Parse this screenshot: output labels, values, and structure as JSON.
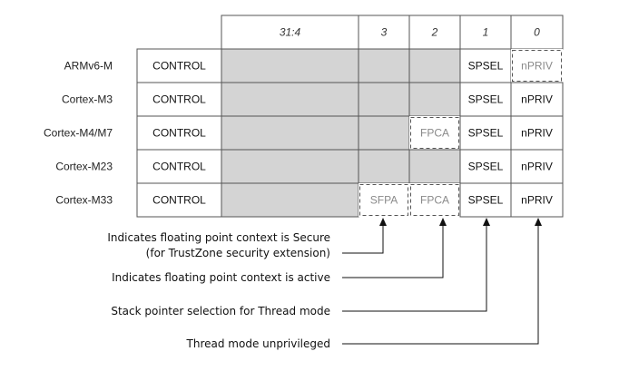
{
  "header": {
    "bits": [
      "31:4",
      "3",
      "2",
      "1",
      "0"
    ]
  },
  "rows": [
    {
      "label": "ARMv6-M",
      "register": "CONTROL",
      "cells": [
        {
          "text": "",
          "state": "reserved"
        },
        {
          "text": "",
          "state": "reserved"
        },
        {
          "text": "",
          "state": "reserved"
        },
        {
          "text": "SPSEL",
          "state": "field"
        },
        {
          "text": "nPRIV",
          "state": "optional"
        }
      ]
    },
    {
      "label": "Cortex-M3",
      "register": "CONTROL",
      "cells": [
        {
          "text": "",
          "state": "reserved"
        },
        {
          "text": "",
          "state": "reserved"
        },
        {
          "text": "",
          "state": "reserved"
        },
        {
          "text": "SPSEL",
          "state": "field"
        },
        {
          "text": "nPRIV",
          "state": "field"
        }
      ]
    },
    {
      "label": "Cortex-M4/M7",
      "register": "CONTROL",
      "cells": [
        {
          "text": "",
          "state": "reserved"
        },
        {
          "text": "",
          "state": "reserved"
        },
        {
          "text": "FPCA",
          "state": "optional"
        },
        {
          "text": "SPSEL",
          "state": "field"
        },
        {
          "text": "nPRIV",
          "state": "field"
        }
      ]
    },
    {
      "label": "Cortex-M23",
      "register": "CONTROL",
      "cells": [
        {
          "text": "",
          "state": "reserved"
        },
        {
          "text": "",
          "state": "reserved"
        },
        {
          "text": "",
          "state": "reserved"
        },
        {
          "text": "SPSEL",
          "state": "field"
        },
        {
          "text": "nPRIV",
          "state": "field"
        }
      ]
    },
    {
      "label": "Cortex-M33",
      "register": "CONTROL",
      "cells": [
        {
          "text": "",
          "state": "reserved"
        },
        {
          "text": "SFPA",
          "state": "optional"
        },
        {
          "text": "FPCA",
          "state": "optional"
        },
        {
          "text": "SPSEL",
          "state": "field"
        },
        {
          "text": "nPRIV",
          "state": "field"
        }
      ]
    }
  ],
  "notes": [
    {
      "bit": "3",
      "lines": [
        "Indicates floating point context is Secure",
        "(for TrustZone security extension)"
      ]
    },
    {
      "bit": "2",
      "lines": [
        "Indicates floating point context is active"
      ]
    },
    {
      "bit": "1",
      "lines": [
        "Stack pointer selection for Thread mode"
      ]
    },
    {
      "bit": "0",
      "lines": [
        "Thread mode unprivileged"
      ]
    }
  ],
  "colors": {
    "reserved": "#d4d4d4",
    "border": "#555555",
    "optional_text": "#8a8a8a",
    "text": "#111111"
  }
}
